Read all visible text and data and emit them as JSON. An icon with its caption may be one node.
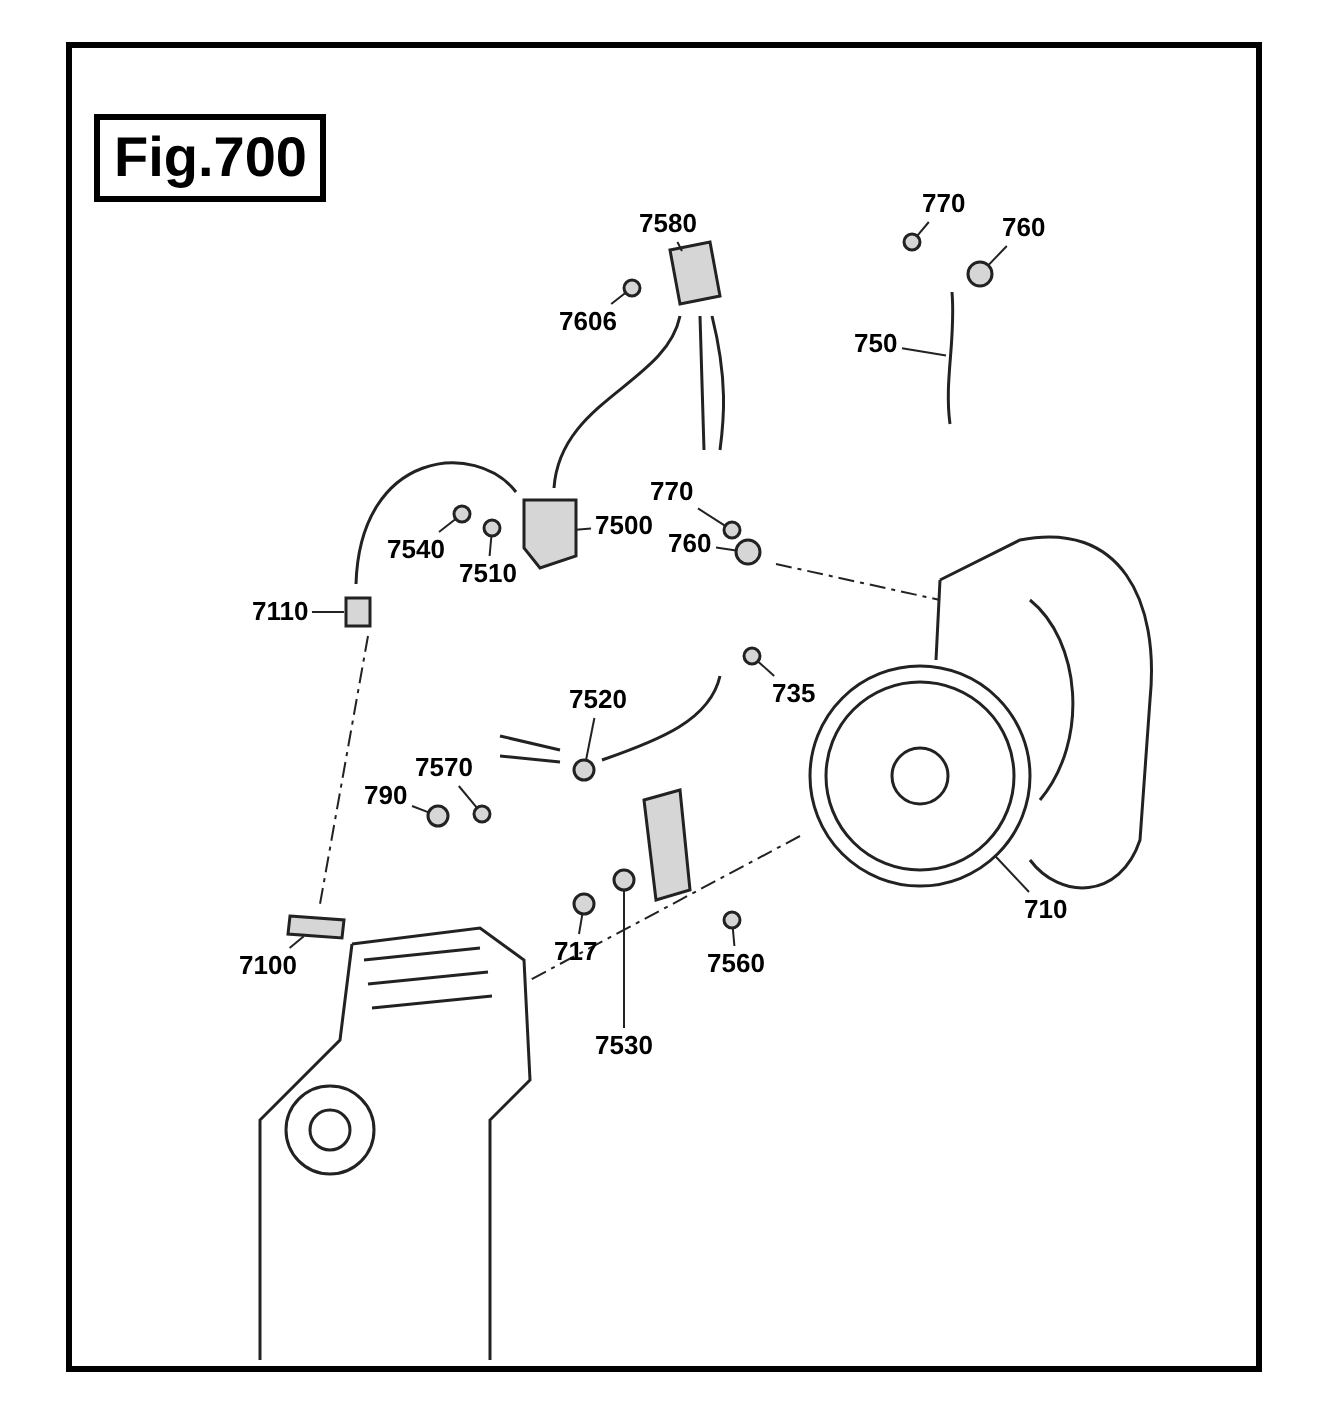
{
  "diagram": {
    "title": "Fig.700",
    "nodes": [
      {
        "text": [
          "7580"
        ]
      },
      {
        "text": [
          "770"
        ]
      },
      {
        "text": [
          "760"
        ]
      },
      {
        "text": [
          "7606"
        ]
      },
      {
        "text": [
          "750"
        ]
      },
      {
        "text": [
          "770"
        ]
      },
      {
        "text": [
          "7500"
        ]
      },
      {
        "text": [
          "7540"
        ]
      },
      {
        "text": [
          "7510"
        ]
      },
      {
        "text": [
          "760"
        ]
      },
      {
        "text": [
          "7110"
        ]
      },
      {
        "text": [
          "7520"
        ]
      },
      {
        "text": [
          "735"
        ]
      },
      {
        "text": [
          "790"
        ]
      },
      {
        "text": [
          "7570"
        ]
      },
      {
        "text": [
          "710"
        ]
      },
      {
        "text": [
          "7100"
        ]
      },
      {
        "text": [
          "717"
        ]
      },
      {
        "text": [
          "7560"
        ]
      },
      {
        "text": [
          "7530"
        ]
      },
      {
        "text": [],
        "shape": "box"
      },
      {
        "text": [],
        "shape": "circle"
      },
      {
        "text": [],
        "shape": "circle"
      },
      {
        "text": [],
        "shape": "circle"
      },
      {
        "text": [],
        "shape": "picture"
      },
      {
        "text": [],
        "shape": "circle"
      },
      {
        "text": [],
        "shape": "box"
      },
      {
        "text": [],
        "shape": "circle"
      },
      {
        "text": [],
        "shape": "circle"
      },
      {
        "text": [],
        "shape": "circle"
      },
      {
        "text": [],
        "shape": "box"
      },
      {
        "text": [],
        "shape": "circle"
      },
      {
        "text": [],
        "shape": "circle"
      },
      {
        "text": [],
        "shape": "circle"
      },
      {
        "text": [],
        "shape": "circle"
      },
      {
        "text": [],
        "shape": "picture"
      },
      {
        "text": [],
        "shape": "box"
      },
      {
        "text": [],
        "shape": "circle"
      },
      {
        "text": [],
        "shape": "circle"
      },
      {
        "text": [],
        "shape": "circle"
      }
    ],
    "edges": [
      {
        "from": 0,
        "to": 20,
        "arrow": "none"
      },
      {
        "from": 1,
        "to": 21,
        "arrow": "none"
      },
      {
        "from": 2,
        "to": 22,
        "arrow": "none"
      },
      {
        "from": 3,
        "to": 23,
        "arrow": "none"
      },
      {
        "from": 4,
        "to": 24,
        "arrow": "none"
      },
      {
        "from": 5,
        "to": 25,
        "arrow": "none"
      },
      {
        "from": 6,
        "to": 26,
        "arrow": "none"
      },
      {
        "from": 7,
        "to": 27,
        "arrow": "none"
      },
      {
        "from": 8,
        "to": 28,
        "arrow": "none"
      },
      {
        "from": 9,
        "to": 29,
        "arrow": "none"
      },
      {
        "from": 10,
        "to": 30,
        "arrow": "none"
      },
      {
        "from": 11,
        "to": 31,
        "arrow": "none"
      },
      {
        "from": 12,
        "to": 32,
        "arrow": "none"
      },
      {
        "from": 13,
        "to": 33,
        "arrow": "none"
      },
      {
        "from": 14,
        "to": 34,
        "arrow": "none"
      },
      {
        "from": 15,
        "to": 35,
        "arrow": "none"
      },
      {
        "from": 16,
        "to": 36,
        "arrow": "none"
      },
      {
        "from": 17,
        "to": 37,
        "arrow": "none"
      },
      {
        "from": 18,
        "to": 38,
        "arrow": "none"
      },
      {
        "from": 19,
        "to": 39,
        "arrow": "none"
      }
    ]
  }
}
